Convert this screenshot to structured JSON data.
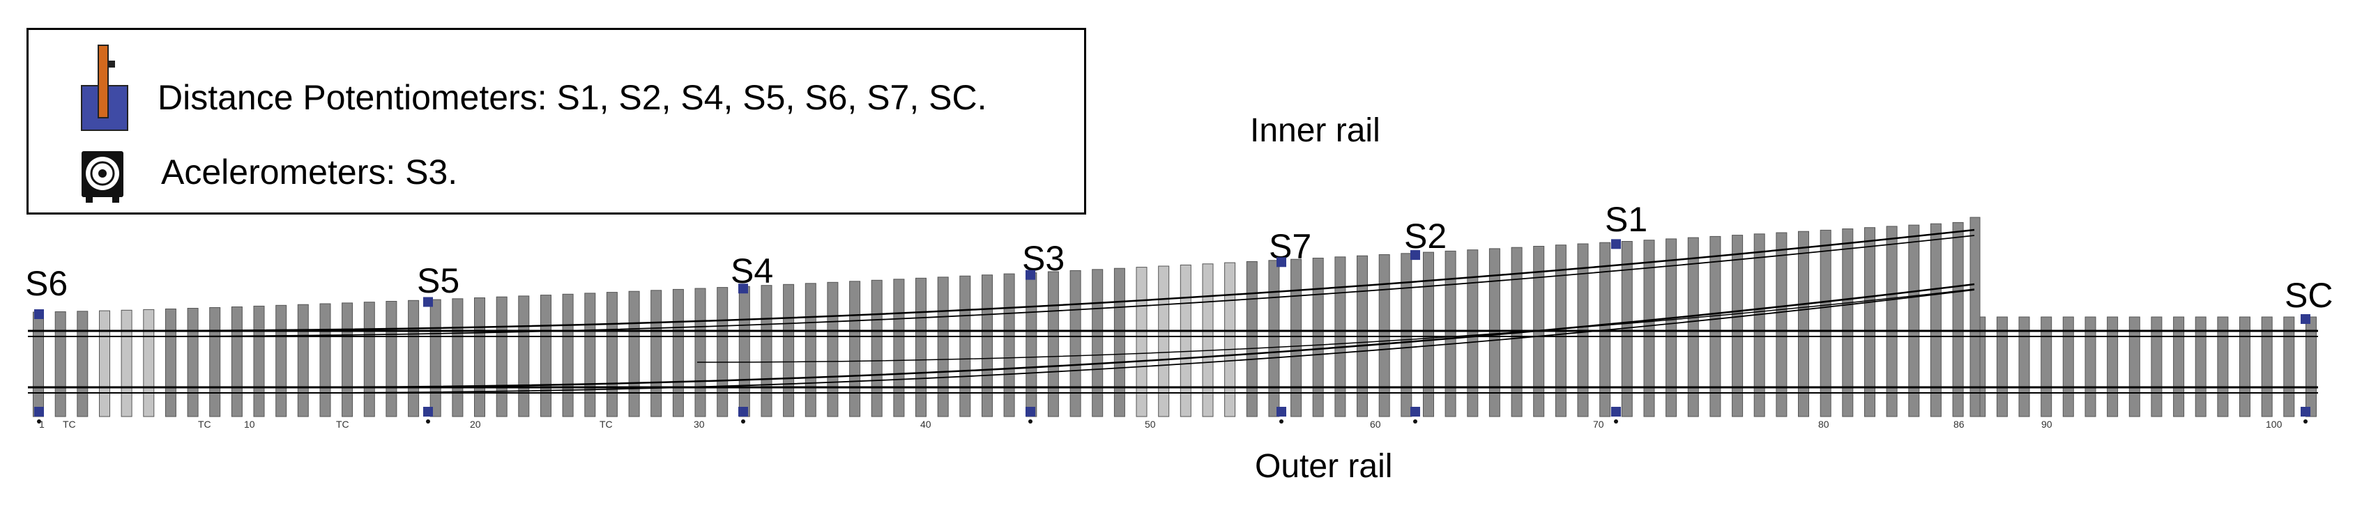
{
  "legend": {
    "potentiometers_text": "Distance Potentiometers: S1, S2, S4, S5, S6, S7, SC.",
    "accelerometers_text": "Acelerometers: S3.",
    "colors": {
      "pot_body": "#3f4ba5",
      "pot_arm": "#d2691e",
      "accel": "#111111"
    }
  },
  "rail_labels": {
    "inner": "Inner rail",
    "outer": "Outer rail"
  },
  "sensors": [
    {
      "id": "S6",
      "label": "S6"
    },
    {
      "id": "S5",
      "label": "S5"
    },
    {
      "id": "S4",
      "label": "S4"
    },
    {
      "id": "S3",
      "label": "S3"
    },
    {
      "id": "S7",
      "label": "S7"
    },
    {
      "id": "S2",
      "label": "S2"
    },
    {
      "id": "S1",
      "label": "S1"
    },
    {
      "id": "SC",
      "label": "SC"
    }
  ],
  "sleeper_numbers": [
    "1",
    "TC",
    "TC",
    "10",
    "TC",
    "20",
    "TC",
    "30",
    "40",
    "50",
    "60",
    "70",
    "80",
    "86",
    "90",
    "100"
  ],
  "colors": {
    "sleeper": "#8a8a8a",
    "sleeper_light": "#c4c4c4",
    "rail": "#000000",
    "sensor": "#2f3a8f"
  }
}
